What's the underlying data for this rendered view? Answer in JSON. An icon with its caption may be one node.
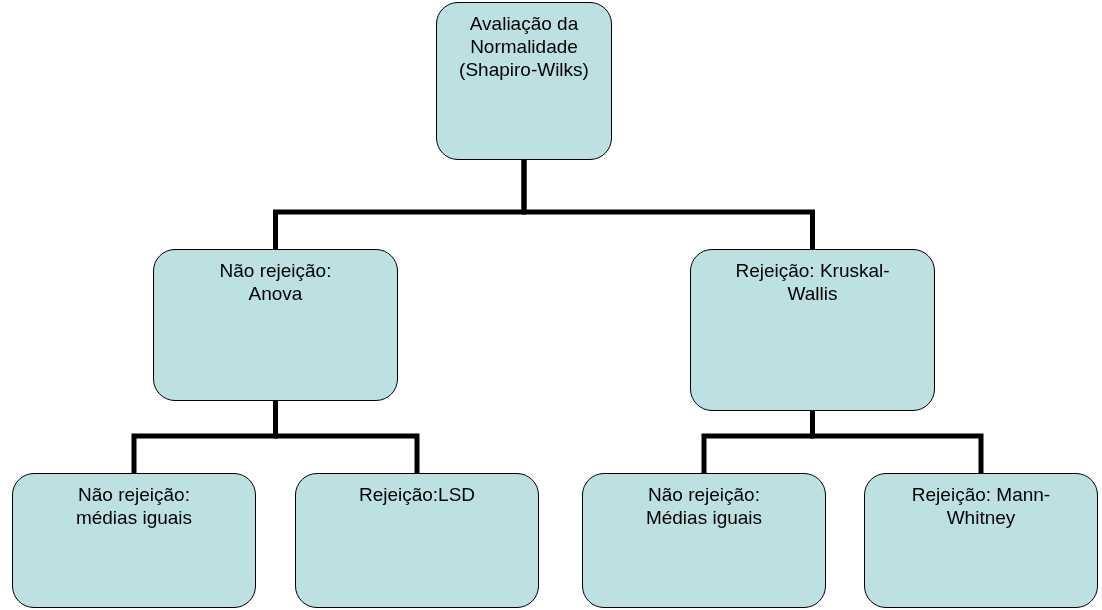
{
  "diagram": {
    "nodes": [
      {
        "text": [
          "Avaliação da Normalidade (Shapiro-Wilks)"
        ]
      },
      {
        "text": [
          "Não rejeição: Anova"
        ]
      },
      {
        "text": [
          "Rejeição: Kruskal-Wallis"
        ]
      },
      {
        "text": [
          "Não rejeição: médias iguais"
        ]
      },
      {
        "text": [
          "Rejeição:LSD"
        ]
      },
      {
        "text": [
          "Não rejeição: Médias iguais"
        ]
      },
      {
        "text": [
          "Rejeição: Mann-Whitney"
        ]
      }
    ],
    "edges": [
      {
        "from": 0,
        "to": 1,
        "arrow": "none"
      },
      {
        "from": 0,
        "to": 2,
        "arrow": "none"
      },
      {
        "from": 1,
        "to": 3,
        "arrow": "none"
      },
      {
        "from": 1,
        "to": 4,
        "arrow": "none"
      },
      {
        "from": 2,
        "to": 5,
        "arrow": "none"
      },
      {
        "from": 2,
        "to": 6,
        "arrow": "none"
      }
    ]
  }
}
